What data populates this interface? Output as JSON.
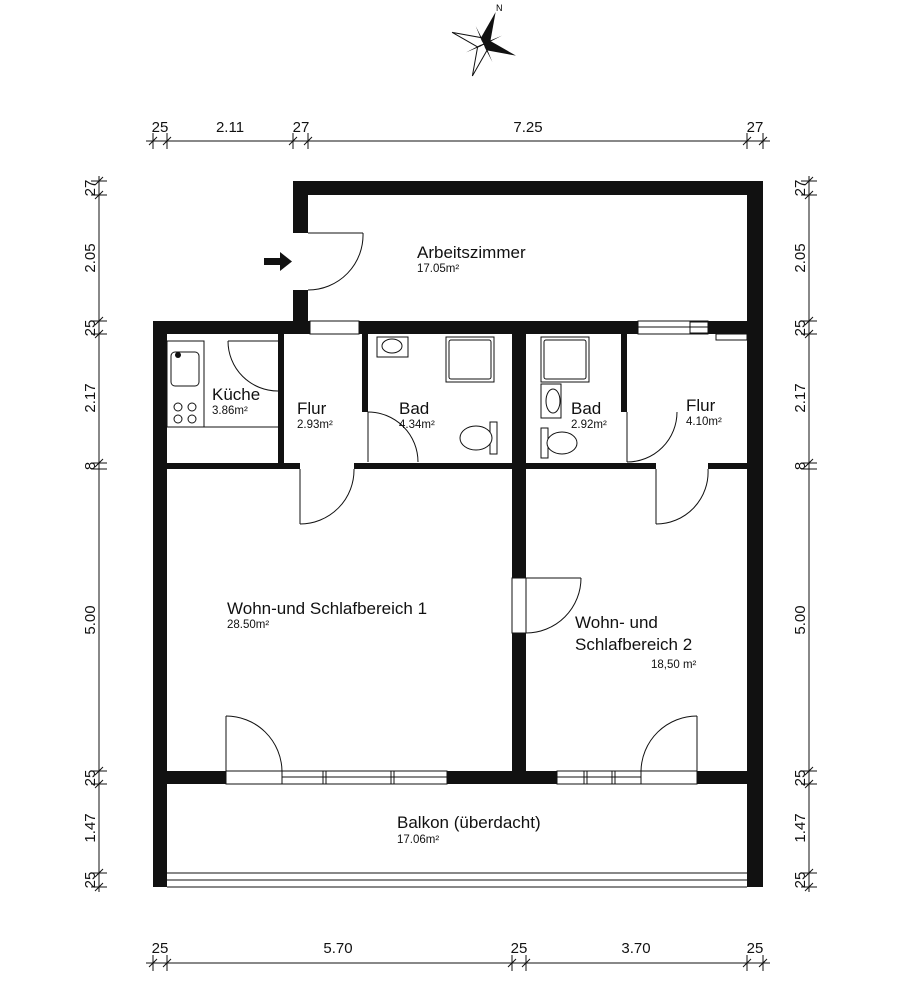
{
  "compass": {
    "north_label": "N"
  },
  "dimensions": {
    "top": [
      "25",
      "2.11",
      "27",
      "7.25",
      "27"
    ],
    "bottom": [
      "25",
      "5.70",
      "25",
      "3.70",
      "25"
    ],
    "left": [
      "27",
      "2.05",
      "25",
      "2.17",
      "8",
      "5.00",
      "25",
      "1.47",
      "25"
    ],
    "right": [
      "27",
      "2.05",
      "25",
      "2.17",
      "8",
      "5.00",
      "25",
      "1.47",
      "25"
    ]
  },
  "rooms": {
    "arbeitszimmer": {
      "name": "Arbeitszimmer",
      "area": "17.05m²"
    },
    "kueche": {
      "name": "Küche",
      "area": "3.86m²"
    },
    "flur1": {
      "name": "Flur",
      "area": "2.93m²"
    },
    "bad1": {
      "name": "Bad",
      "area": "4.34m²"
    },
    "bad2": {
      "name": "Bad",
      "area": "2.92m²"
    },
    "flur2": {
      "name": "Flur",
      "area": "4.10m²"
    },
    "wohn1": {
      "name": "Wohn-und Schlafbereich 1",
      "area": "28.50m²"
    },
    "wohn2": {
      "name_line1": "Wohn- und",
      "name_line2": "Schlafbereich 2",
      "area": "18,50 m²"
    },
    "balkon": {
      "name": "Balkon (überdacht)",
      "area": "17.06m²"
    }
  },
  "entrance": {
    "icon": "entrance-arrow-icon"
  }
}
